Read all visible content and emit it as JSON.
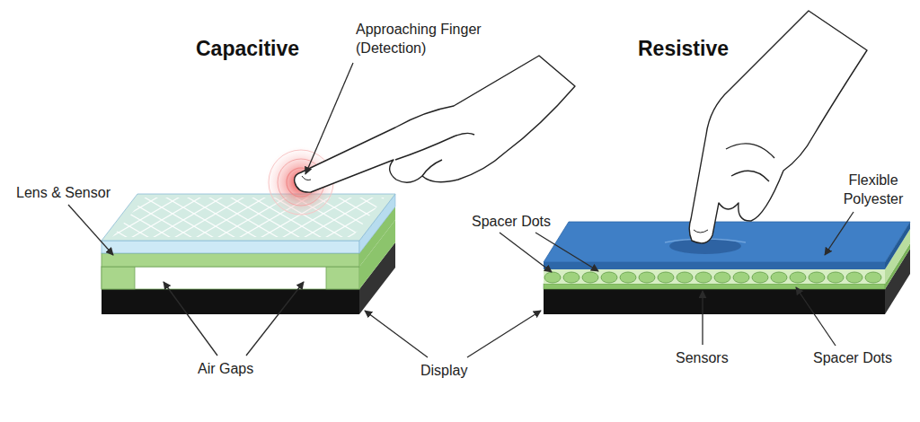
{
  "diagram": {
    "labels": [
      "Capacitive",
      "Approaching Finger (Detection)",
      "Lens & Sensor",
      "Air Gaps",
      "Display",
      "Resistive",
      "Spacer Dots",
      "Flexible Polyester",
      "Sensors",
      "Spacer Dots"
    ]
  }
}
